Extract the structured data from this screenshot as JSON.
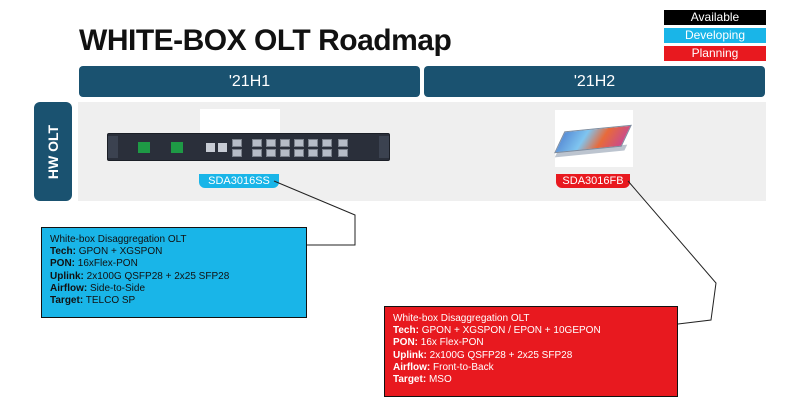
{
  "legend": {
    "available": "Available",
    "developing": "Developing",
    "planning": "Planning"
  },
  "title": "WHITE-BOX OLT Roadmap",
  "periods": [
    "'21H1",
    "'21H2"
  ],
  "row_label": "HW OLT",
  "products": [
    {
      "model": "SDA3016SS",
      "status_color": "#19b5e8",
      "details": {
        "name": "White-box Disaggregation OLT",
        "tech_label": "Tech:",
        "tech": "GPON + XGSPON",
        "pon_label": "PON:",
        "pon": "16xFlex-PON",
        "uplink_label": "Uplink:",
        "uplink": "2x100G QSFP28 + 2x25 SFP28",
        "airflow_label": "Airflow:",
        "airflow": "Side-to-Side",
        "target_label": "Target:",
        "target": "TELCO SP"
      }
    },
    {
      "model": "SDA3016FB",
      "status_color": "#e8191f",
      "details": {
        "name": "White-box Disaggregation OLT",
        "tech_label": "Tech:",
        "tech": "GPON + XGSPON / EPON + 10GEPON",
        "pon_label": "PON:",
        "pon": "16x Flex-PON",
        "uplink_label": "Uplink:",
        "uplink": "2x100G QSFP28 + 2x25 SFP28",
        "airflow_label": "Airflow:",
        "airflow": "Front-to-Back",
        "target_label": "Target:",
        "target": "MSO"
      }
    }
  ]
}
